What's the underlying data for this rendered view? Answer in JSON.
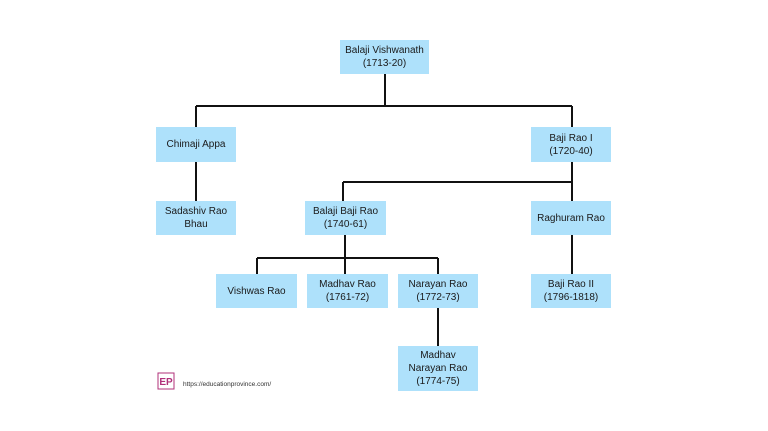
{
  "nodes": {
    "balaji_vishwanath": {
      "line1": "Balaji Vishwanath",
      "line2": "(1713-20)"
    },
    "chimaji_appa": {
      "line1": "Chimaji Appa"
    },
    "baji_rao_1": {
      "line1": "Baji Rao I",
      "line2": "(1720-40)"
    },
    "sadashiv_rao": {
      "line1": "Sadashiv Rao",
      "line2": "Bhau"
    },
    "balaji_baji_rao": {
      "line1": "Balaji Baji Rao",
      "line2": "(1740-61)"
    },
    "raghuram_rao": {
      "line1": "Raghuram Rao"
    },
    "vishwas_rao": {
      "line1": "Vishwas Rao"
    },
    "madhav_rao": {
      "line1": "Madhav Rao",
      "line2": "(1761-72)"
    },
    "narayan_rao": {
      "line1": "Narayan Rao",
      "line2": "(1772-73)"
    },
    "baji_rao_2": {
      "line1": "Baji Rao II",
      "line2": "(1796-1818)"
    },
    "madhav_narayan_rao": {
      "line1": "Madhav",
      "line2": "Narayan Rao",
      "line3": "(1774-75)"
    }
  },
  "watermark": {
    "logo_text": "EP",
    "url": "https://educationprovince.com/"
  },
  "colors": {
    "node_fill": "#aee1fb",
    "connector": "#111111",
    "logo": "#b0307a"
  }
}
